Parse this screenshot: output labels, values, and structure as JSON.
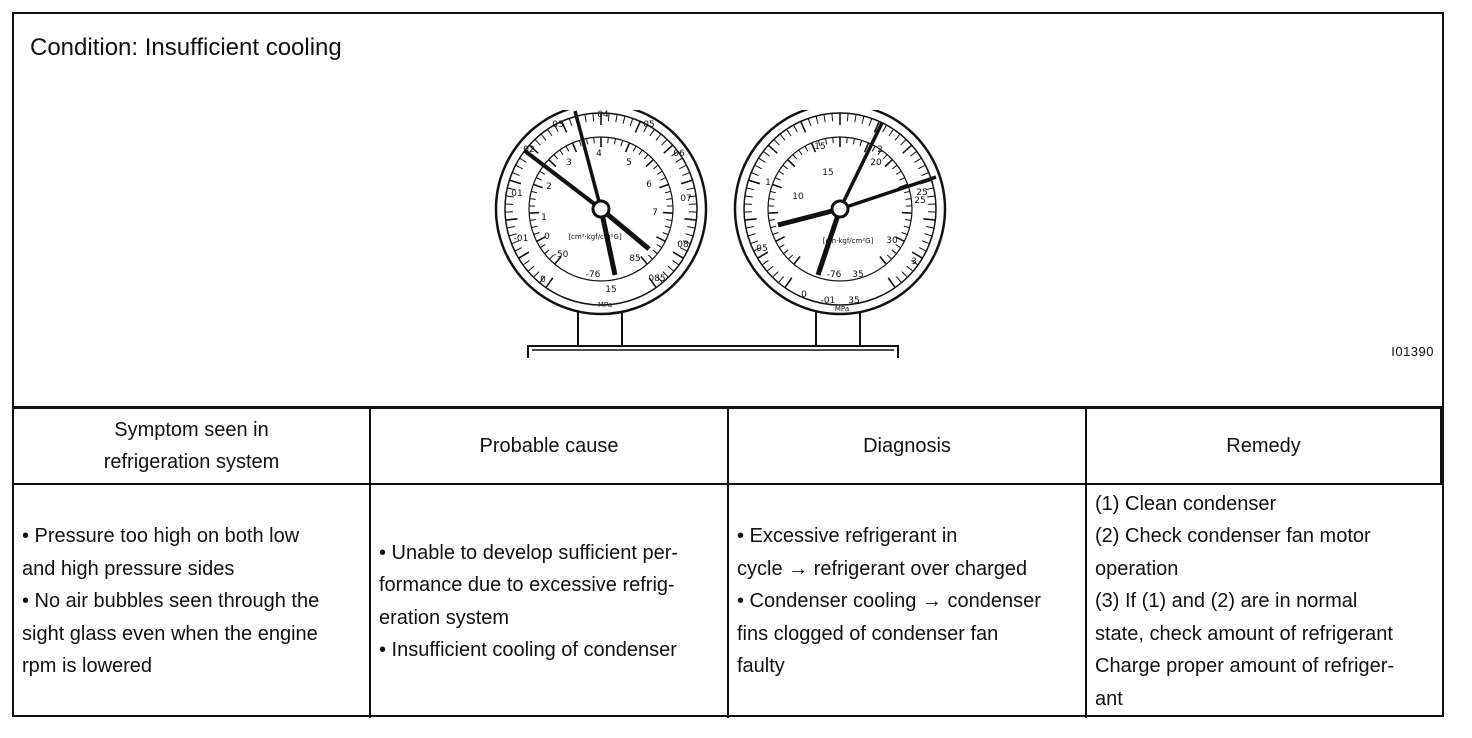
{
  "condition_title": "Condition: Insufficient cooling",
  "figure_id": "I01390",
  "low_gauge": {
    "outer_scale": [
      "0",
      "-01",
      "01",
      "02",
      "03",
      "04",
      "05",
      "06",
      "07",
      "08",
      "085"
    ],
    "inner_scale": [
      "-50",
      "0",
      "1",
      "2",
      "3",
      "4",
      "5",
      "6",
      "7"
    ],
    "inner_bottom_scale": [
      "-76",
      "15",
      "85"
    ],
    "unit_label": "[cm²·kgf/cm²G]",
    "mpa_label": "MPa"
  },
  "high_gauge": {
    "outer_scale": [
      "0",
      "-01",
      "05",
      "1",
      "15",
      "2",
      "25",
      "3",
      "35"
    ],
    "inner_scale": [
      "10",
      "15",
      "20",
      "25",
      "30",
      "35"
    ],
    "inner_bottom_scale": [
      "-76"
    ],
    "unit_label": "[cm·kgf/cm²G]",
    "mpa_label": "MPa"
  },
  "table": {
    "headers": [
      "Symptom seen in refrigeration system",
      "Probable cause",
      "Diagnosis",
      "Remedy"
    ],
    "symptom": [
      "• Pressure too high on both low",
      "and high pressure sides",
      "• No air bubbles seen through the",
      "sight glass even when the engine",
      "rpm is lowered"
    ],
    "cause": [
      "• Unable to develop sufficient per-",
      "formance due to excessive refrig-",
      "eration system",
      "• Insufficient cooling of condenser"
    ],
    "diagnosis": [
      "• Excessive refrigerant in",
      "cycle → refrigerant over charged",
      "• Condenser cooling → condenser",
      "fins clogged of condenser fan",
      "faulty"
    ],
    "remedy": [
      "(1) Clean condenser",
      "(2) Check condenser fan motor",
      "operation",
      "(3) If (1) and (2) are in normal",
      "state, check amount of refrigerant",
      "Charge proper amount of refriger-",
      "ant"
    ]
  }
}
